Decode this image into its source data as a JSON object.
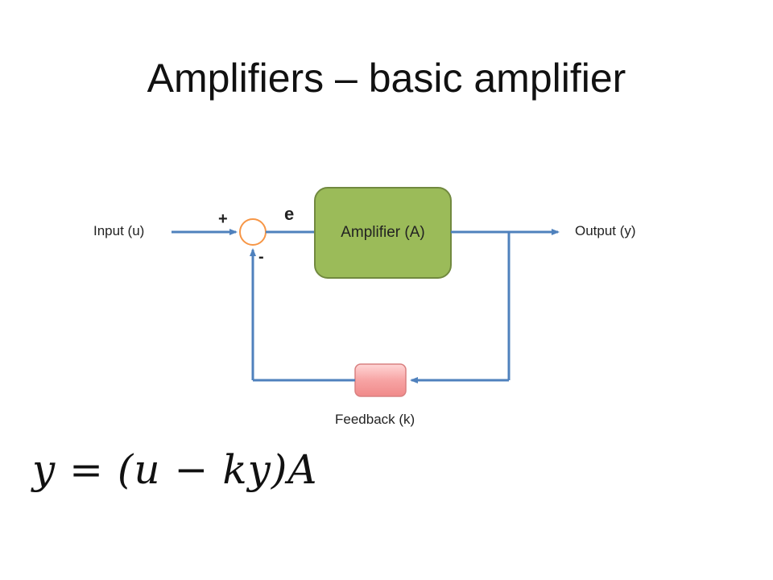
{
  "title": "Amplifiers – basic amplifier",
  "diagram": {
    "input_label": "Input (u)",
    "output_label": "Output (y)",
    "plus_sign": "+",
    "minus_sign": "-",
    "error_label": "e",
    "amplifier_label": "Amplifier (A)",
    "feedback_label": "Feedback (k)"
  },
  "equation": "y = (u − ky)A",
  "colors": {
    "line": "#4f81bd",
    "amplifier_fill": "#9bbb59",
    "amplifier_stroke": "#71893f",
    "feedback_fill": "#f4a0a0",
    "summing_stroke": "#f79646"
  }
}
